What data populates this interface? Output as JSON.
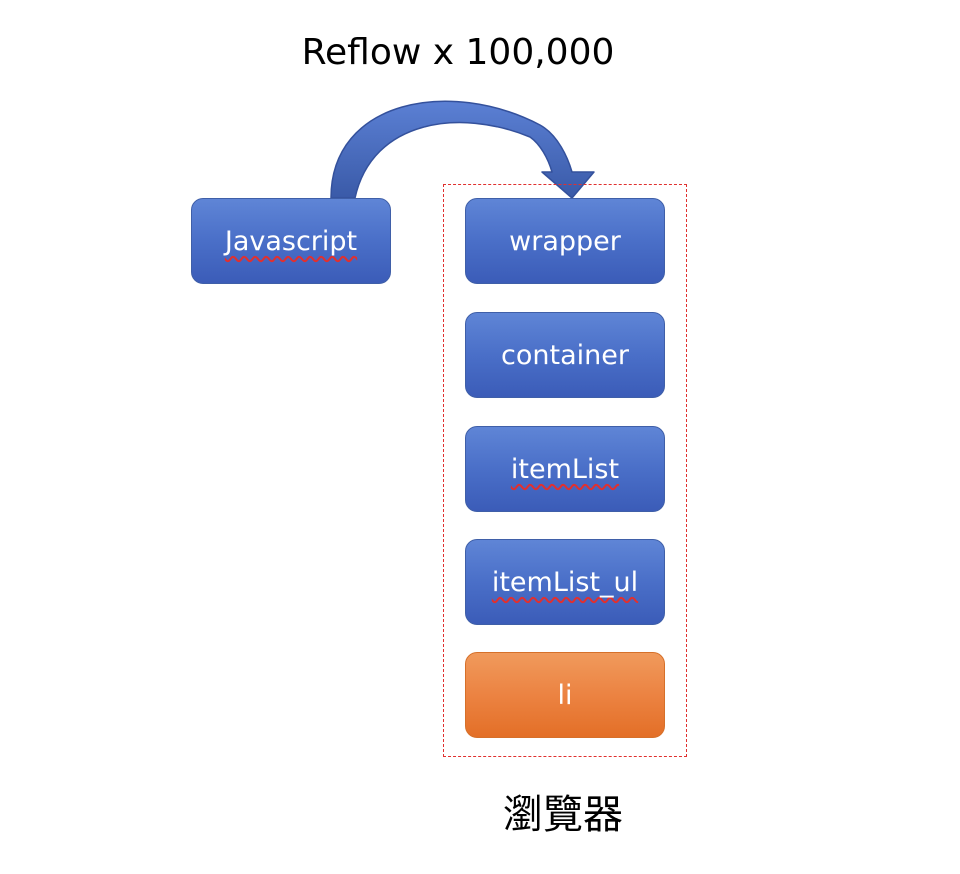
{
  "title": "Reflow x 100,000",
  "source_node": {
    "label": "Javascript"
  },
  "browser": {
    "label": "瀏覽器",
    "nodes": [
      {
        "label": "wrapper",
        "color": "#4a6fc8"
      },
      {
        "label": "container",
        "color": "#4a6fc8"
      },
      {
        "label": "itemList",
        "color": "#4a6fc8"
      },
      {
        "label": "itemList_ul",
        "color": "#4a6fc8"
      },
      {
        "label": "li",
        "color": "#ec8342"
      }
    ]
  },
  "colors": {
    "node_blue": "#4a6fc8",
    "node_orange": "#ec8342",
    "arrow_blue": "#4a6fc8",
    "dashed_border": "#e0302f"
  }
}
